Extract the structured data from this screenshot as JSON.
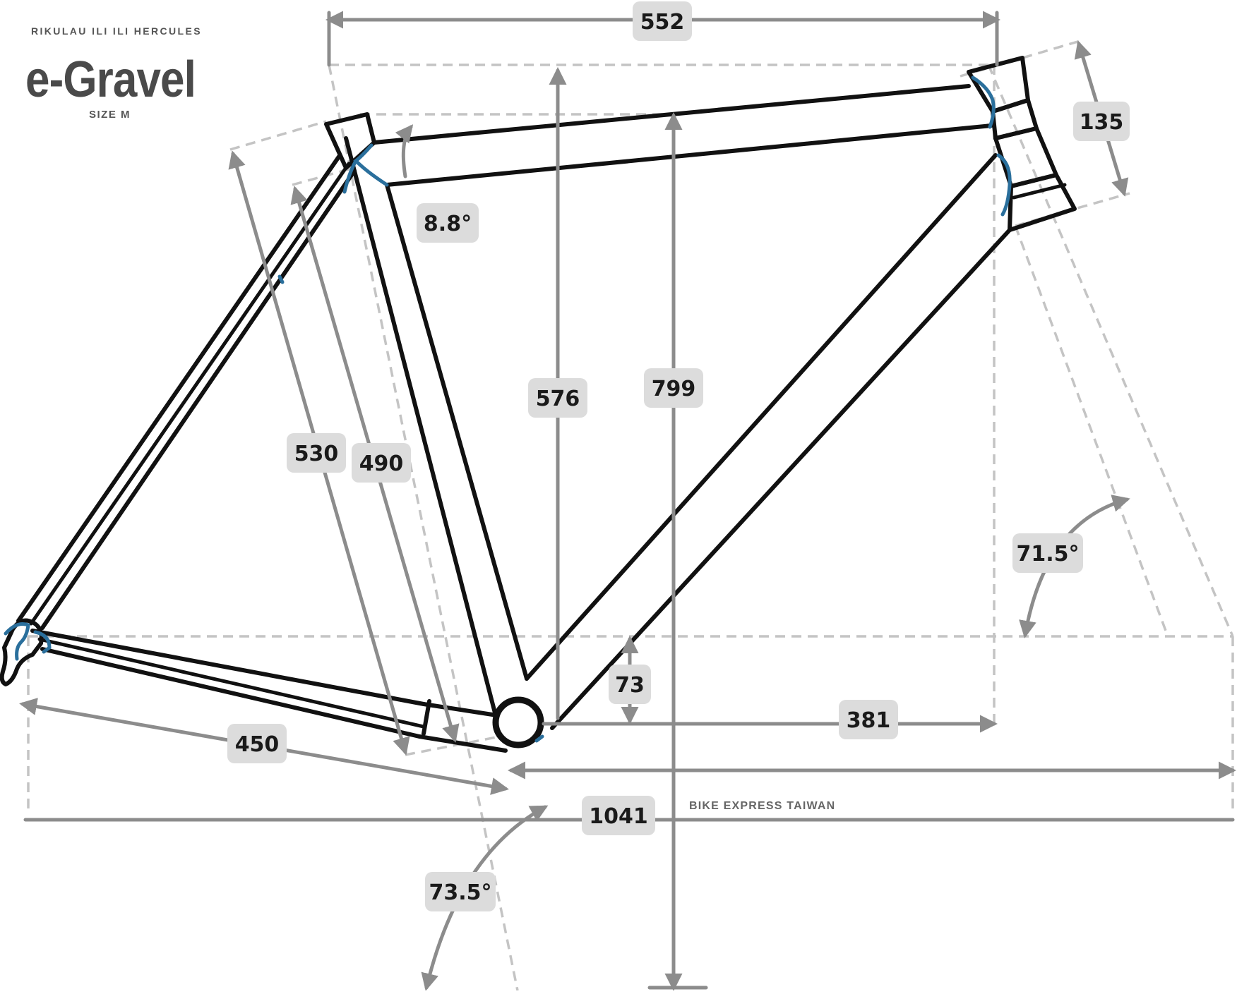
{
  "header": {
    "brand_line": "RIKULAU ILI ILI HERCULES",
    "model": "e-Gravel",
    "size": "SIZE M"
  },
  "credit": "BIKE EXPRESS TAIWAN",
  "measurements": [
    {
      "id": "reach",
      "value": "552"
    },
    {
      "id": "head-tube-length",
      "value": "135"
    },
    {
      "id": "top-tube-slope",
      "value": "8.8°"
    },
    {
      "id": "stack",
      "value": "576"
    },
    {
      "id": "standover",
      "value": "799"
    },
    {
      "id": "seat-tube-ct",
      "value": "530"
    },
    {
      "id": "seat-tube-cc",
      "value": "490"
    },
    {
      "id": "head-angle",
      "value": "71.5°"
    },
    {
      "id": "bb-drop",
      "value": "73"
    },
    {
      "id": "front-center",
      "value": "381"
    },
    {
      "id": "chainstay",
      "value": "450"
    },
    {
      "id": "wheelbase",
      "value": "1041"
    },
    {
      "id": "seat-angle",
      "value": "73.5°"
    }
  ],
  "colors": {
    "frame": "#111111",
    "cable": "#2a6f9c",
    "dimension": "#8c8c8c",
    "guide": "#c4c4c4",
    "label_bg": "#dcdcdc"
  }
}
